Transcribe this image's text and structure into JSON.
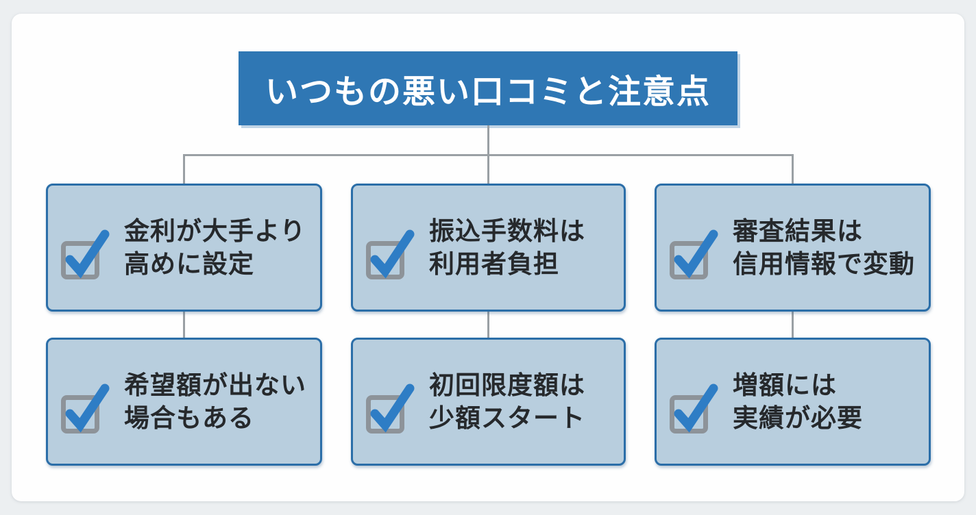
{
  "title": {
    "text": "いつもの悪い口コミと注意点",
    "bg_color": "#2f77b4",
    "text_color": "#ffffff"
  },
  "colors": {
    "page_background": "#eceff1",
    "card_background": "#fefefe",
    "node_fill": "#b8cede",
    "node_border": "#2b6ea8",
    "node_text": "#26292c",
    "connector": "#9aa0a4",
    "checkbox_gray": "#8d9399",
    "checkmark_blue": "#2e7dc5"
  },
  "icons": {
    "check": "checkbox-checked-icon"
  },
  "boxes": [
    {
      "id": "interest-rate",
      "text": "金利が大手より\n高めに設定"
    },
    {
      "id": "transfer-fee",
      "text": "振込手数料は\n利用者負担"
    },
    {
      "id": "screening-result",
      "text": "審査結果は\n信用情報で変動"
    },
    {
      "id": "desired-amount",
      "text": "希望額が出ない\n場合もある"
    },
    {
      "id": "initial-limit",
      "text": "初回限度額は\n少額スタート"
    },
    {
      "id": "credit-increase",
      "text": "増額には\n実績が必要"
    }
  ]
}
